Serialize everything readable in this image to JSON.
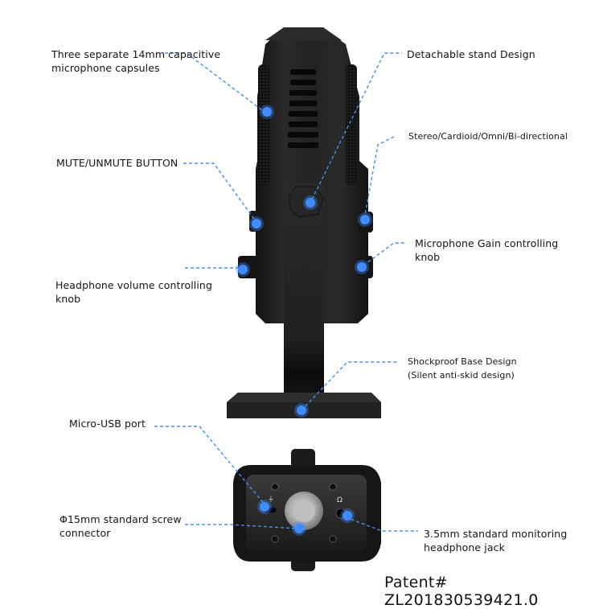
{
  "annotations": {
    "capsules": {
      "line1": "Three separate 14mm capacitive",
      "line2": "microphone capsules"
    },
    "stand": {
      "text": "Detachable stand Design"
    },
    "patterns": {
      "text": "Stereo/Cardioid/Omni/Bi-directional"
    },
    "mute": {
      "text": "MUTE/UNMUTE BUTTON"
    },
    "gain": {
      "line1": "Microphone Gain controlling",
      "line2": "knob"
    },
    "headphone_volume": {
      "line1": "Headphone volume controlling",
      "line2": "knob"
    },
    "base": {
      "line1": "Shockproof Base Design",
      "line2": "(Silent anti-skid design)"
    },
    "usb": {
      "text": "Micro-USB port"
    },
    "screw": {
      "line1": "Φ15mm standard screw",
      "line2": "connector"
    },
    "jack": {
      "line1": "3.5mm standard monitoring",
      "line2": "headphone jack"
    }
  },
  "patent": "Patent# ZL201830539421.0",
  "colors": {
    "accent": "#3f8bff",
    "body": "#1c1c1c",
    "background": "#ffffff"
  }
}
